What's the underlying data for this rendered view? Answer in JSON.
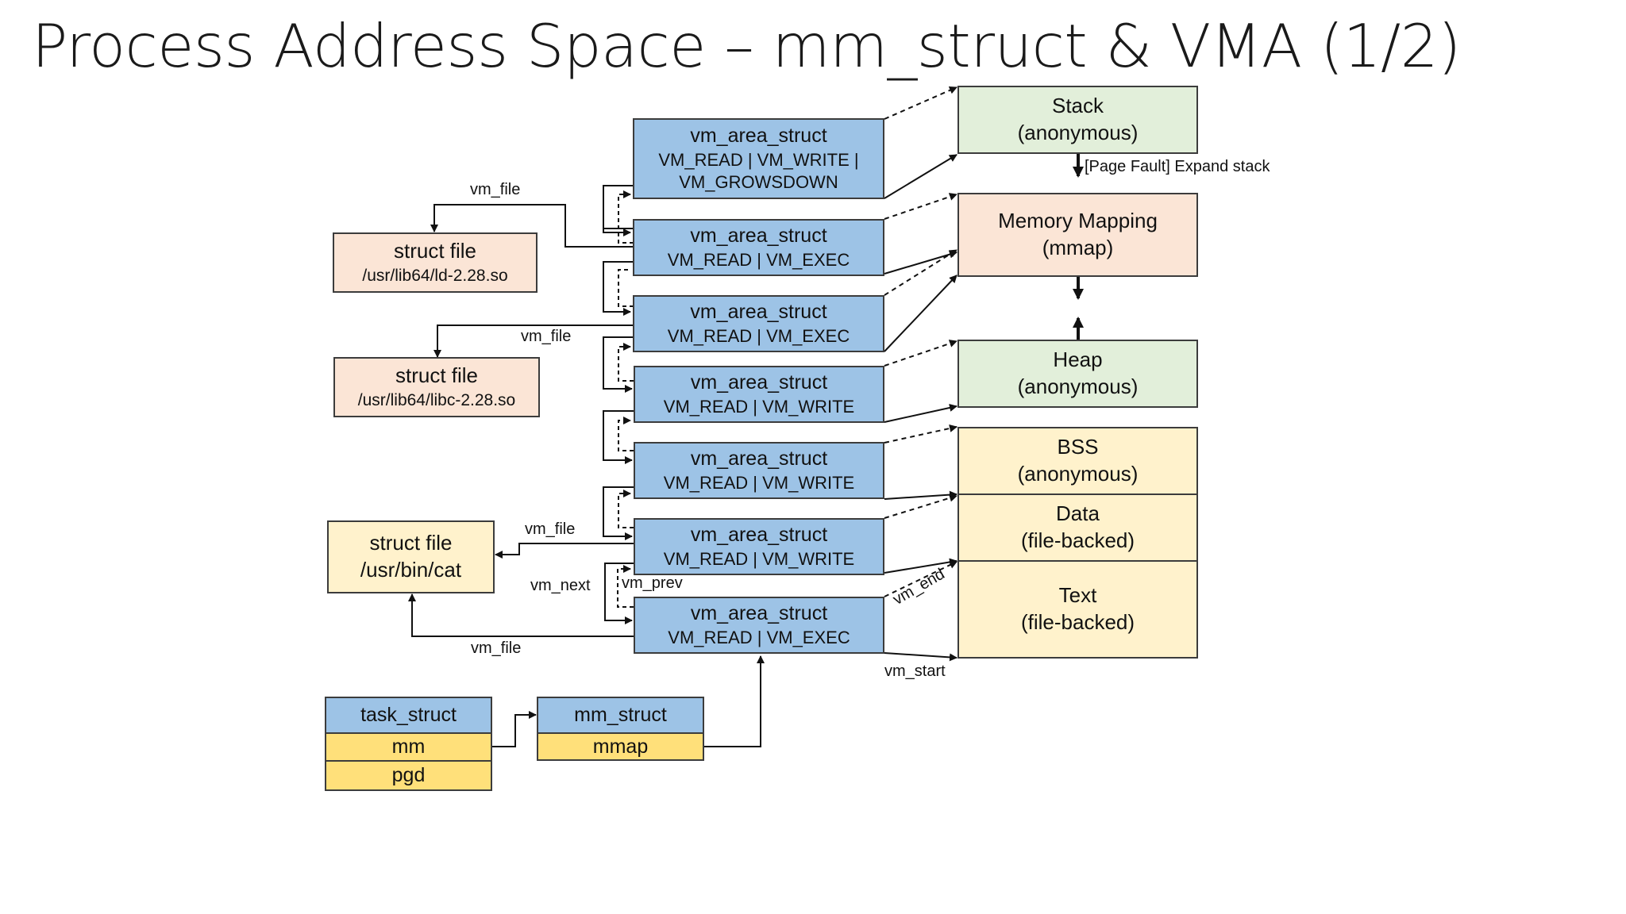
{
  "title": "Process Address Space – mm_struct & VMA (1/2)",
  "vmas": [
    {
      "name": "vm_area_struct",
      "flags": "VM_READ | VM_WRITE |",
      "flags2": "VM_GROWSDOWN"
    },
    {
      "name": "vm_area_struct",
      "flags": "VM_READ | VM_EXEC"
    },
    {
      "name": "vm_area_struct",
      "flags": "VM_READ | VM_EXEC"
    },
    {
      "name": "vm_area_struct",
      "flags": "VM_READ | VM_WRITE"
    },
    {
      "name": "vm_area_struct",
      "flags": "VM_READ | VM_WRITE"
    },
    {
      "name": "vm_area_struct",
      "flags": "VM_READ | VM_WRITE"
    },
    {
      "name": "vm_area_struct",
      "flags": "VM_READ | VM_EXEC"
    }
  ],
  "regions": {
    "stack": {
      "line1": "Stack",
      "line2": "(anonymous)"
    },
    "mmap": {
      "line1": "Memory Mapping",
      "line2": "(mmap)"
    },
    "heap": {
      "line1": "Heap",
      "line2": "(anonymous)"
    },
    "bss": {
      "line1": "BSS",
      "line2": "(anonymous)"
    },
    "data": {
      "line1": "Data",
      "line2": "(file-backed)"
    },
    "text": {
      "line1": "Text",
      "line2": "(file-backed)"
    }
  },
  "files": {
    "ld": {
      "line1": "struct file",
      "line2": "/usr/lib64/ld-2.28.so"
    },
    "libc": {
      "line1": "struct file",
      "line2": "/usr/lib64/libc-2.28.so"
    },
    "cat": {
      "line1": "struct file",
      "line2": "/usr/bin/cat"
    }
  },
  "task_struct": {
    "header": "task_struct",
    "field1": "mm",
    "field2": "pgd"
  },
  "mm_struct": {
    "header": "mm_struct",
    "field1": "mmap"
  },
  "labels": {
    "vm_file": "vm_file",
    "vm_next": "vm_next",
    "vm_prev": "vm_prev",
    "vm_end": "vm_end",
    "vm_start": "vm_start",
    "page_fault": "[Page Fault] Expand stack"
  },
  "colors": {
    "vma_blue": "#9dc3e6",
    "anon_green": "#e2efda",
    "file_salmon": "#fbe5d6",
    "segment_yellow": "#fff2cc",
    "field_gold": "#ffe07a"
  }
}
